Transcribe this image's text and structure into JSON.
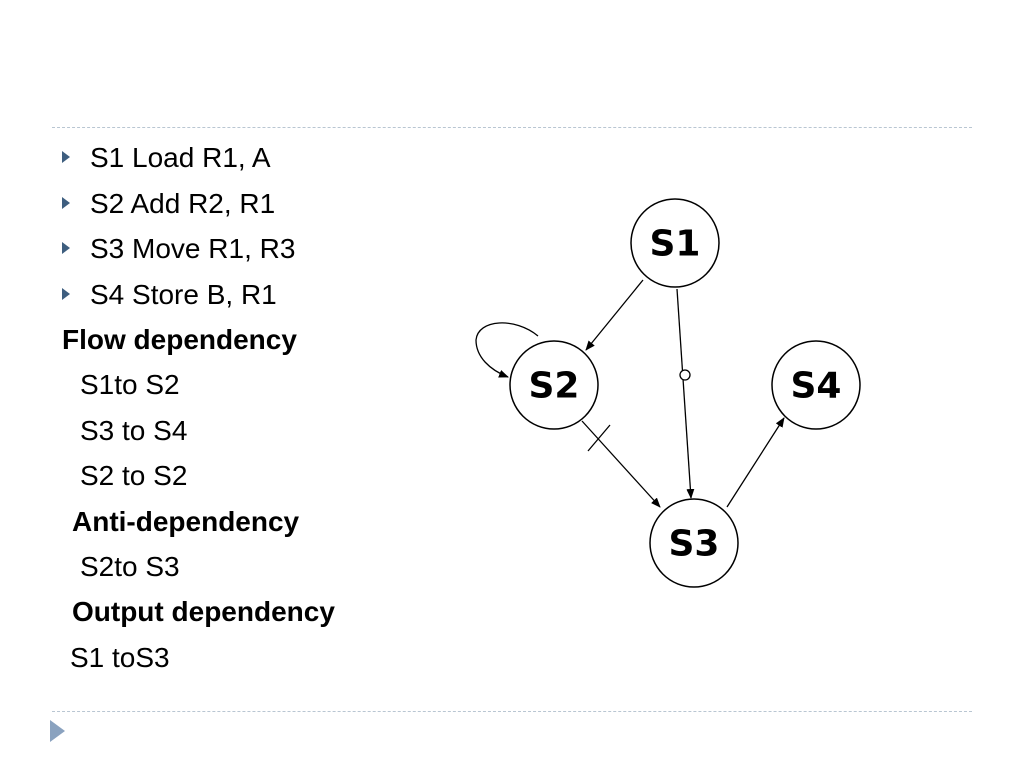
{
  "bullets": [
    "S1 Load R1, A",
    "S2 Add R2, R1",
    "S3 Move R1, R3",
    "S4 Store B, R1"
  ],
  "flow": {
    "heading": "Flow dependency",
    "items": [
      "S1to S2",
      "S3 to S4",
      "S2 to S2"
    ]
  },
  "anti": {
    "heading": "Anti-dependency",
    "items": [
      "S2to S3"
    ]
  },
  "output": {
    "heading": "Output dependency",
    "items": [
      "S1 toS3"
    ]
  },
  "graph": {
    "nodes": {
      "s1": "S1",
      "s2": "S2",
      "s3": "S3",
      "s4": "S4"
    }
  },
  "colors": {
    "bullet": "#3e5e7f",
    "rule": "#b9c6d2",
    "nav_arrow": "#8aa2bf"
  },
  "icons": {
    "bullet": "triangle-bullet-icon",
    "nav": "next-slide-arrow-icon"
  }
}
